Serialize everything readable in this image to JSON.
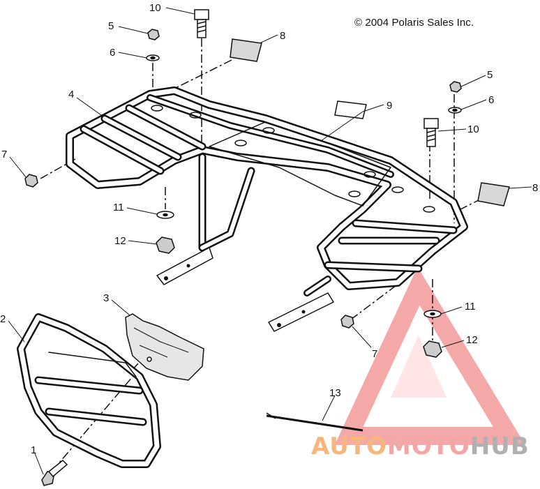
{
  "copyright": "© 2004 Polaris Sales Inc.",
  "callouts": [
    {
      "id": "c10a",
      "text": "10"
    },
    {
      "id": "c5a",
      "text": "5"
    },
    {
      "id": "c6a",
      "text": "6"
    },
    {
      "id": "c8a",
      "text": "8"
    },
    {
      "id": "c4",
      "text": "4"
    },
    {
      "id": "c7a",
      "text": "7"
    },
    {
      "id": "c9",
      "text": "9"
    },
    {
      "id": "c5b",
      "text": "5"
    },
    {
      "id": "c6b",
      "text": "6"
    },
    {
      "id": "c10b",
      "text": "10"
    },
    {
      "id": "c8b",
      "text": "8"
    },
    {
      "id": "c11a",
      "text": "11"
    },
    {
      "id": "c12a",
      "text": "12"
    },
    {
      "id": "c3",
      "text": "3"
    },
    {
      "id": "c2",
      "text": "2"
    },
    {
      "id": "c11b",
      "text": "11"
    },
    {
      "id": "c12b",
      "text": "12"
    },
    {
      "id": "c7b",
      "text": "7"
    },
    {
      "id": "c13",
      "text": "13"
    },
    {
      "id": "c1",
      "text": "1"
    }
  ],
  "watermark": {
    "auto": "AUTO",
    "moto": "MOTO",
    "hub": "HUB",
    "colors": {
      "auto": "#f7b77c",
      "moto": "#f3a6a6",
      "hub": "#b0b0b0",
      "triangle": "#f28c8c"
    }
  }
}
